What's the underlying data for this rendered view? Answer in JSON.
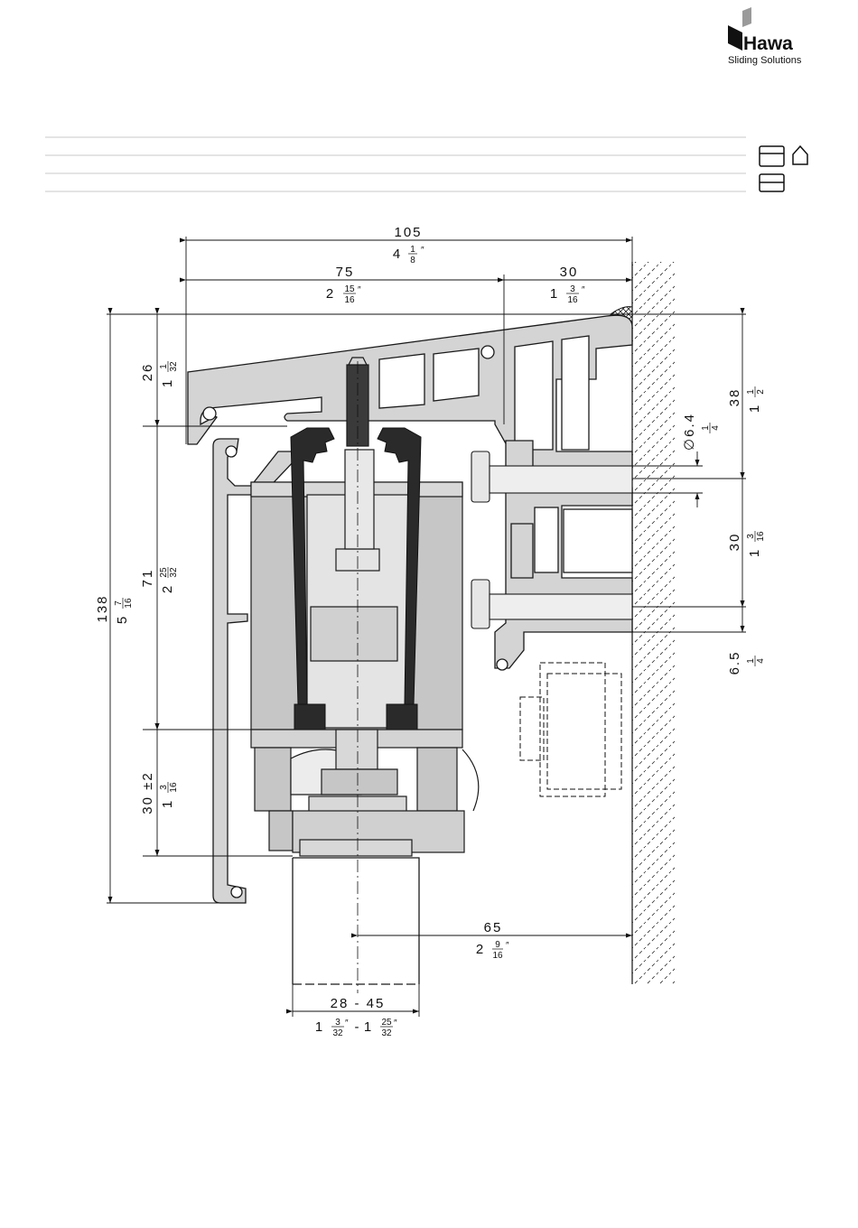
{
  "logo": {
    "brand": "Hawa",
    "tagline": "Sliding Solutions"
  },
  "header_icons": [
    "ceiling-mount-icon",
    "house-icon",
    "wall-mount-icon"
  ],
  "dimensions": {
    "overall_width": {
      "mm": "105",
      "in_whole": "4",
      "in_num": "1",
      "in_den": "8"
    },
    "left_width": {
      "mm": "75",
      "in_whole": "2",
      "in_num": "15",
      "in_den": "16"
    },
    "right_width": {
      "mm": "30",
      "in_whole": "1",
      "in_num": "3",
      "in_den": "16"
    },
    "top_height": {
      "mm": "26",
      "in_whole": "1",
      "in_num": "1",
      "in_den": "32"
    },
    "total_height": {
      "mm": "138",
      "in_whole": "5",
      "in_num": "7",
      "in_den": "16"
    },
    "middle_height": {
      "mm": "71",
      "in_whole": "2",
      "in_num": "25",
      "in_den": "32"
    },
    "bottom_height": {
      "mm": "30 ±2",
      "in_whole": "1",
      "in_num": "3",
      "in_den": "16"
    },
    "wall_top": {
      "mm": "38",
      "in_whole": "1",
      "in_num": "1",
      "in_den": "2"
    },
    "hole_dia": {
      "mm": "∅6.4",
      "in_num": "1",
      "in_den": "4"
    },
    "hole_spacing": {
      "mm": "30",
      "in_whole": "1",
      "in_num": "3",
      "in_den": "16"
    },
    "wall_bottom": {
      "mm": "6.5",
      "in_num": "1",
      "in_den": "4"
    },
    "door_offset": {
      "mm": "65",
      "in_whole": "2",
      "in_num": "9",
      "in_den": "16"
    },
    "door_thickness": {
      "mm": "28 - 45",
      "in_a_whole": "1",
      "in_a_num": "3",
      "in_a_den": "32",
      "in_b_whole": "1",
      "in_b_num": "25",
      "in_b_den": "32"
    }
  },
  "colors": {
    "profile_fill": "#d4d4d4",
    "carriage_fill": "#c6c6c6",
    "rubber_fill": "#2a2a2a",
    "stroke": "#1a1a1a"
  }
}
